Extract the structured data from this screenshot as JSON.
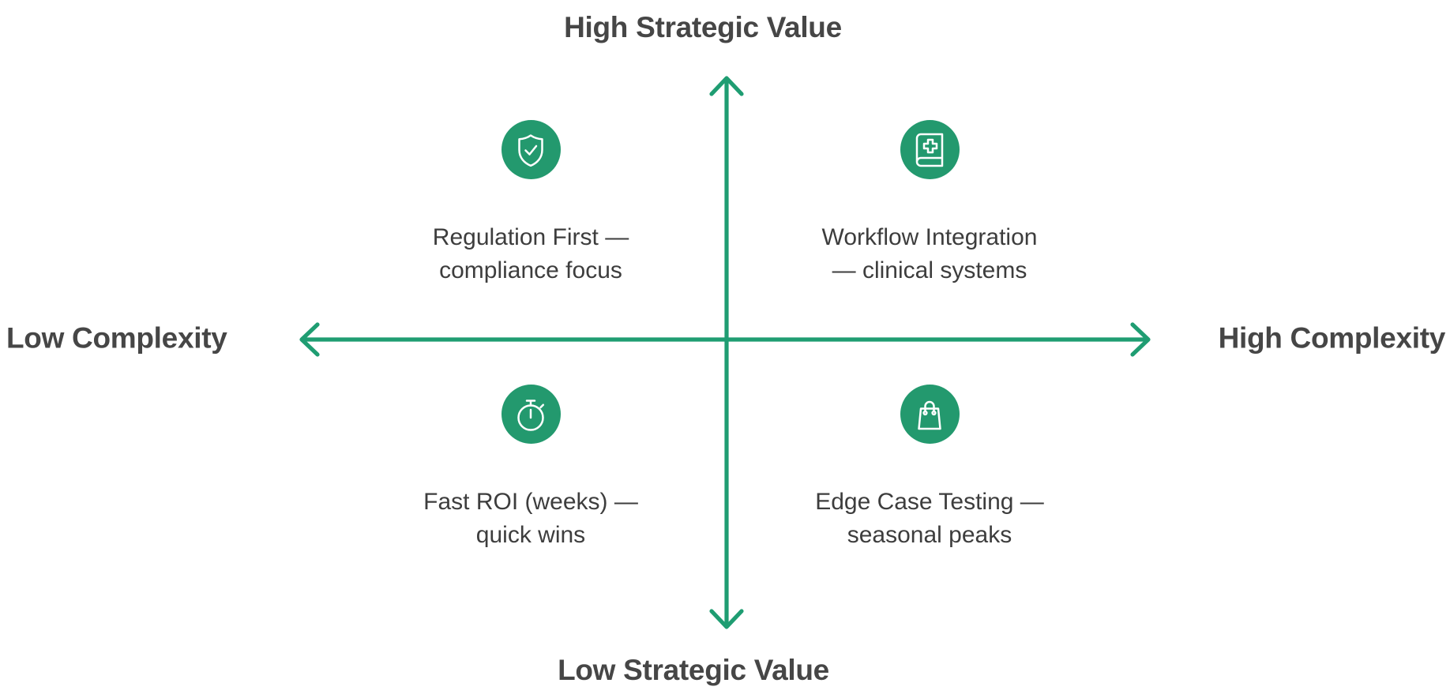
{
  "colors": {
    "accent_green": "#23996e",
    "axis_green": "#1f9d72",
    "heading_text": "#464646",
    "body_text": "#3d3d3d",
    "icon_stroke": "#ffffff",
    "background": "#ffffff"
  },
  "axes": {
    "vertical": {
      "top_label": "High Strategic Value",
      "bottom_label": "Low Strategic Value"
    },
    "horizontal": {
      "left_label": "Low Complexity",
      "right_label": "High Complexity"
    }
  },
  "quadrants": [
    {
      "id": "top-left",
      "icon": "shield-check-icon",
      "lines": [
        "Regulation First —",
        "compliance focus"
      ]
    },
    {
      "id": "top-right",
      "icon": "medical-book-icon",
      "lines": [
        "Workflow Integration",
        "— clinical systems"
      ]
    },
    {
      "id": "bottom-left",
      "icon": "stopwatch-icon",
      "lines": [
        "Fast ROI (weeks) —",
        "quick wins"
      ]
    },
    {
      "id": "bottom-right",
      "icon": "shopping-bag-icon",
      "lines": [
        "Edge Case Testing —",
        "seasonal peaks"
      ]
    }
  ]
}
